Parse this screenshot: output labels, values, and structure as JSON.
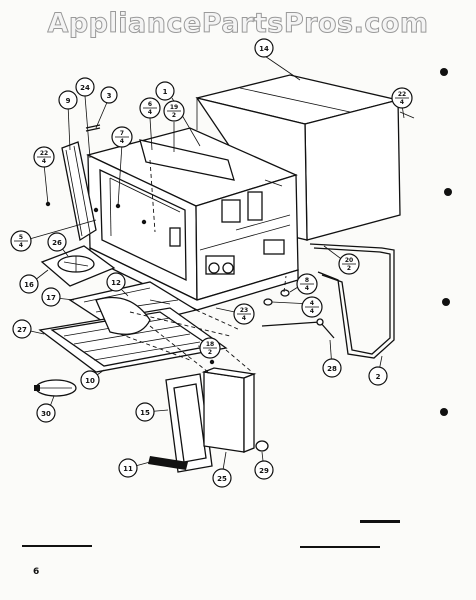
{
  "watermark": "AppliancePartsPros.com",
  "page_number": "6",
  "callouts": [
    {
      "id": "c14",
      "top": "14",
      "bottom": ""
    },
    {
      "id": "c1",
      "top": "1",
      "bottom": ""
    },
    {
      "id": "c24",
      "top": "24",
      "bottom": ""
    },
    {
      "id": "c3",
      "top": "3",
      "bottom": ""
    },
    {
      "id": "c9",
      "top": "9",
      "bottom": ""
    },
    {
      "id": "c6",
      "top": "6",
      "bottom": "4"
    },
    {
      "id": "c19",
      "top": "19",
      "bottom": "2"
    },
    {
      "id": "c7",
      "top": "7",
      "bottom": "4"
    },
    {
      "id": "c22a",
      "top": "22",
      "bottom": "4"
    },
    {
      "id": "c22b",
      "top": "22",
      "bottom": "4"
    },
    {
      "id": "c5",
      "top": "5",
      "bottom": "4"
    },
    {
      "id": "c26",
      "top": "26",
      "bottom": ""
    },
    {
      "id": "c16",
      "top": "16",
      "bottom": ""
    },
    {
      "id": "c17",
      "top": "17",
      "bottom": ""
    },
    {
      "id": "c12",
      "top": "12",
      "bottom": ""
    },
    {
      "id": "c20",
      "top": "20",
      "bottom": "2"
    },
    {
      "id": "c8",
      "top": "8",
      "bottom": "4"
    },
    {
      "id": "c4",
      "top": "4",
      "bottom": "4"
    },
    {
      "id": "c23",
      "top": "23",
      "bottom": "4"
    },
    {
      "id": "c27",
      "top": "27",
      "bottom": ""
    },
    {
      "id": "c18",
      "top": "18",
      "bottom": "2"
    },
    {
      "id": "c28",
      "top": "28",
      "bottom": ""
    },
    {
      "id": "c2",
      "top": "2",
      "bottom": ""
    },
    {
      "id": "c10",
      "top": "10",
      "bottom": ""
    },
    {
      "id": "c30",
      "top": "30",
      "bottom": ""
    },
    {
      "id": "c15",
      "top": "15",
      "bottom": ""
    },
    {
      "id": "c11",
      "top": "11",
      "bottom": ""
    },
    {
      "id": "c25",
      "top": "25",
      "bottom": ""
    },
    {
      "id": "c29",
      "top": "29",
      "bottom": ""
    }
  ]
}
